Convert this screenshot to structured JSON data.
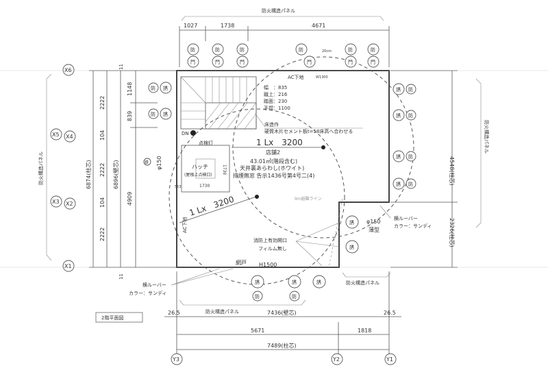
{
  "panel_label": "防火構造パネル",
  "top_dims": [
    "1027",
    "1738",
    "4671"
  ],
  "left_dims": {
    "a": "2222",
    "b": "104",
    "c": "2222",
    "d": "104",
    "e": "2222",
    "col": "6874(柱芯)",
    "wall": "6896(壁芯)",
    "f": "1148",
    "g": "839",
    "h": "4909",
    "eleven_top": "11",
    "eleven_bottom": "11"
  },
  "right_dims": {
    "upper": "4548(柱芯)",
    "lower": "2326(柱芯)"
  },
  "bottom_dims": {
    "left_small": "26.5",
    "right_small": "26.5",
    "wall": "7436(壁芯)",
    "a": "5671",
    "b": "1818",
    "col": "7489(柱芯)"
  },
  "grid": {
    "x6": "X6",
    "x5": "X5",
    "x4": "X4",
    "x3": "X3",
    "x2": "X2",
    "x1": "X1",
    "y3": "Y3",
    "y2": "Y2",
    "y1": "Y1"
  },
  "fixture_labels": {
    "fire": "防",
    "guide": "誘",
    "guide_sub": "門"
  },
  "notes": {
    "ac_top": "AC下地",
    "ac_top_sub": "W1300",
    "vent_top": "20cm",
    "stair_width": "幅　：835",
    "stair_rise": "蹴上：216",
    "stair_tread": "踏面：230",
    "stair_rail": "手摺：1100",
    "floor_finish": "床造作",
    "floor_finish_detail": "硬質木片セメント板t=18床高へ合わせる",
    "lx_top": "1 Lx　3200",
    "room_name": "店舗2",
    "room_area": "43.01㎡(階段含む)",
    "ceiling": "天井裏あらわし(ホワイト)",
    "no_window": "排煙無窓 告示1436号第4号二(4)",
    "inspection_light": "点検灯",
    "hatch": "ハッチ",
    "hatch_sub": "(屋根上点検口)",
    "hatch_w": "1730",
    "hatch_h": "1730",
    "hatch_small": "553",
    "dn": "DN",
    "duct_left_icon": "鉄",
    "duct_left": "φ150",
    "lx_left": "1 Lx　3200",
    "ac_left": "AC下地",
    "line_9m": "9m避難ライン",
    "duct_right": "φ150",
    "duct_right_type": "薄型",
    "louver_right": "横ルーバー",
    "louver_right_color": "カラー：サンディ",
    "fire_opening": "消防上有効開口",
    "no_film": "フィルム無し",
    "screen_door": "網戸",
    "h1500": "H1500",
    "louver_left": "横ルーバー",
    "louver_left_color": "カラー：サンディ",
    "floor_plan": "2階平面図"
  }
}
